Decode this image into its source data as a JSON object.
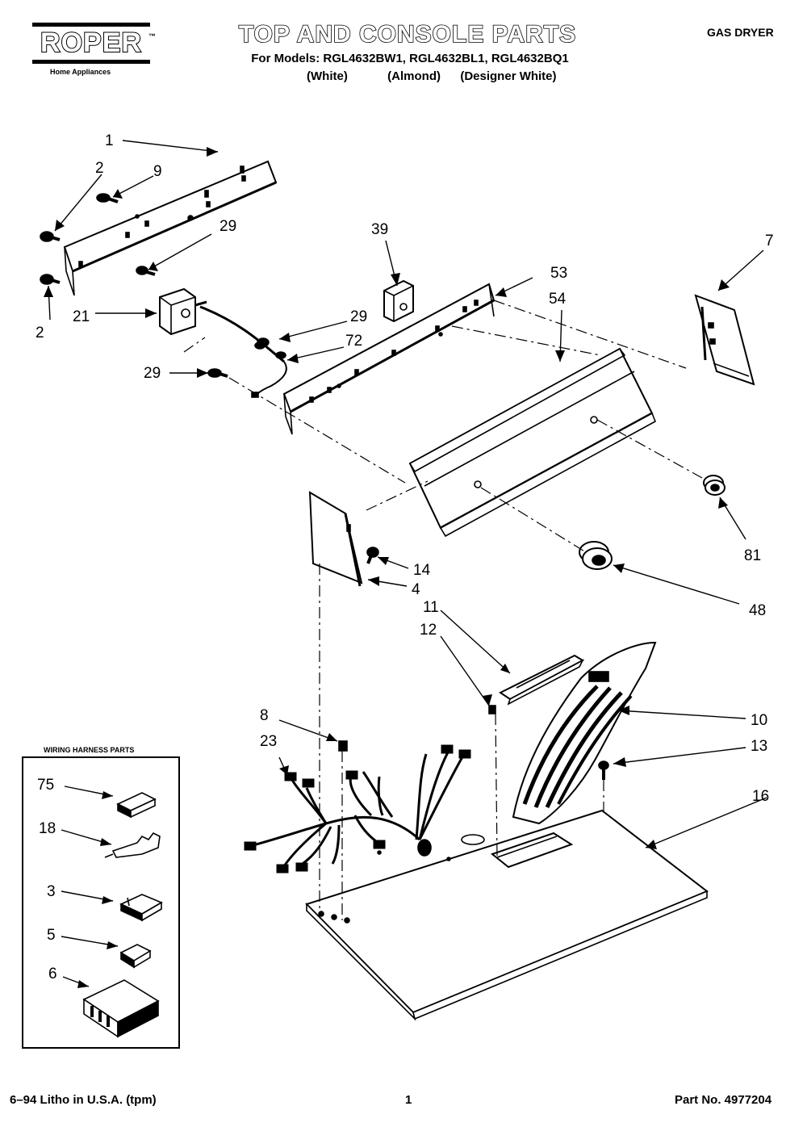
{
  "header": {
    "brand": "ROPER",
    "brand_tm": "™",
    "brand_subtitle": "Home Appliances",
    "title": "TOP AND CONSOLE PARTS",
    "models_line": "For Models: RGL4632BW1, RGL4632BL1, RGL4632BQ1",
    "color_white": "(White)",
    "color_almond": "(Almond)",
    "color_designer": "(Designer White)",
    "product": "GAS DRYER"
  },
  "callouts": {
    "c1": "1",
    "c2a": "2",
    "c9": "9",
    "c29a": "29",
    "c2b": "2",
    "c21": "21",
    "c39": "39",
    "c53": "53",
    "c54": "54",
    "c7": "7",
    "c29b": "29",
    "c72": "72",
    "c29c": "29",
    "c81": "81",
    "c14": "14",
    "c4": "4",
    "c48": "48",
    "c11": "11",
    "c12": "12",
    "c8": "8",
    "c23": "23",
    "c10": "10",
    "c13": "13",
    "c16": "16"
  },
  "harness": {
    "title": "WIRING HARNESS PARTS",
    "p75": "75",
    "p18": "18",
    "p3": "3",
    "p5": "5",
    "p6": "6"
  },
  "footer": {
    "litho": "6–94 Litho in U.S.A. (tpm)",
    "page": "1",
    "part_no": "Part No. 4977204"
  }
}
